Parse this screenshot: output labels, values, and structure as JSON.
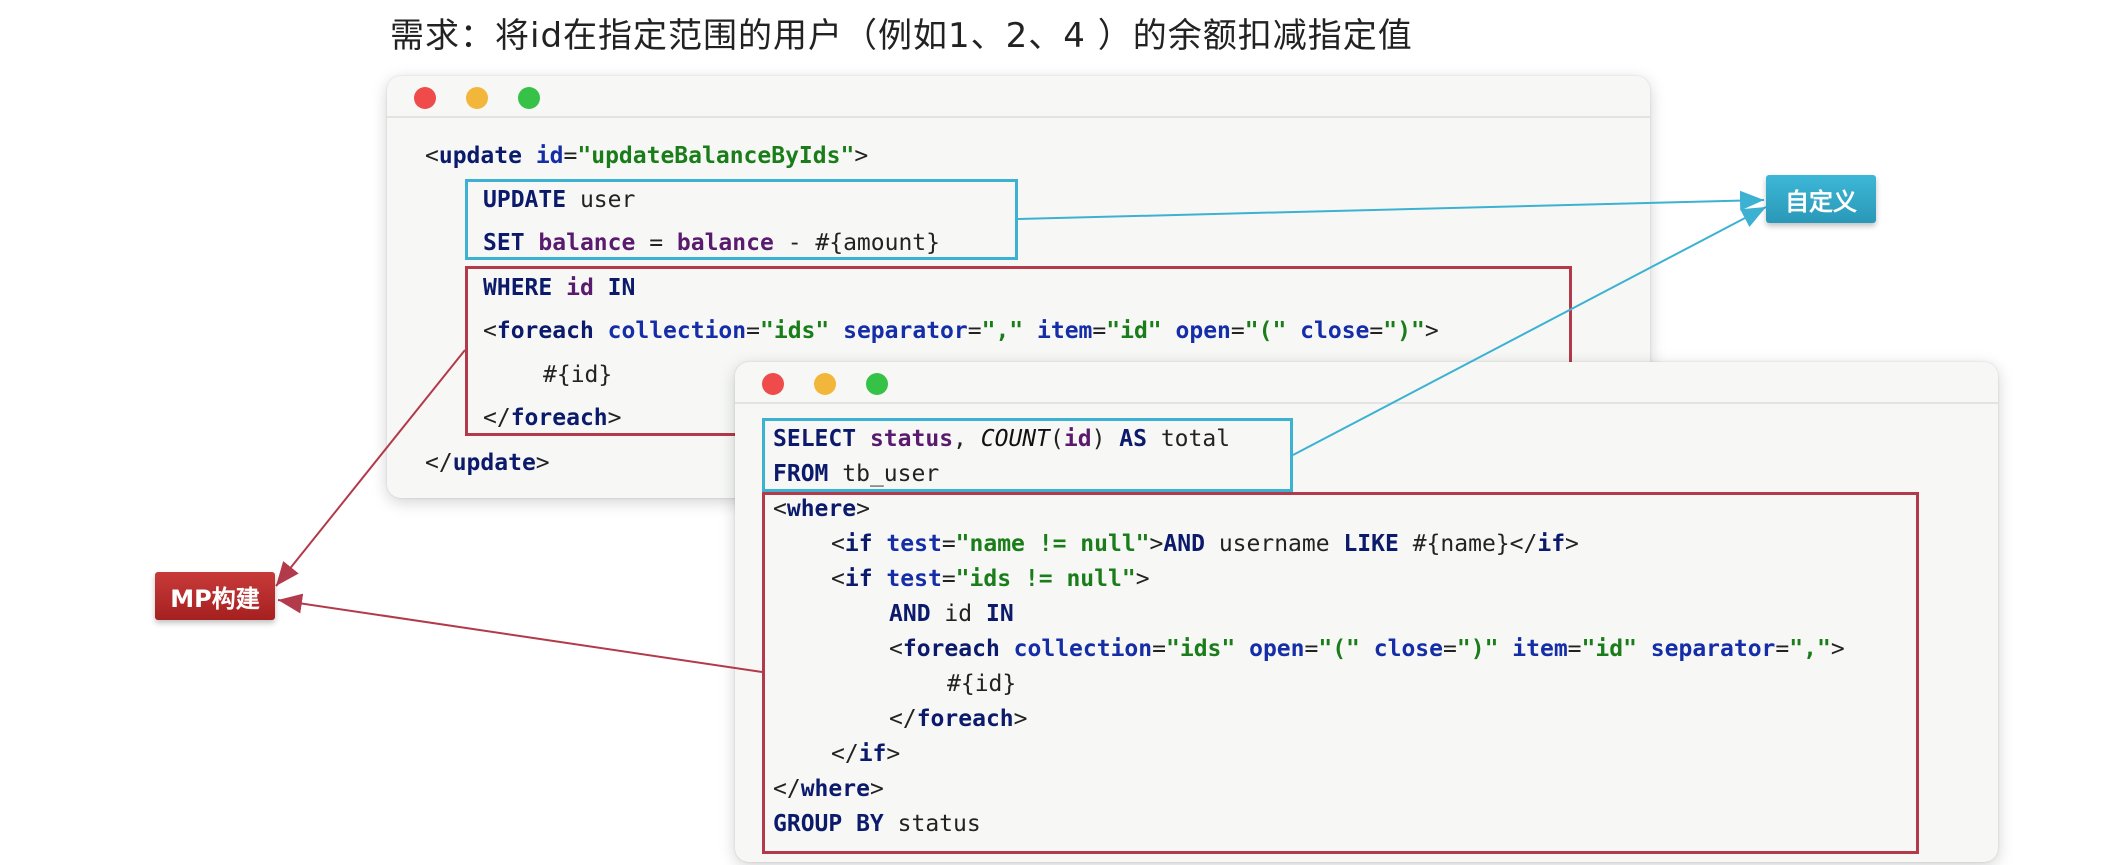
{
  "heading": "需求：将id在指定范围的用户（例如1、2、4 ）的余额扣减指定值",
  "labels": {
    "custom": "自定义",
    "mp_build": "MP构建"
  },
  "colors": {
    "custom_accent": "#3cb1d2",
    "mp_accent": "#b33a4a"
  },
  "win1": {
    "update_open_tag": "update",
    "id_attr": "id",
    "id_value": "\"updateBalanceByIds\"",
    "update_kw": "UPDATE",
    "user_table": "user",
    "set_kw": "SET",
    "balance_col": "balance",
    "amount_expr": "- #{amount}",
    "where_kw": "WHERE",
    "id_col": "id",
    "in_kw": "IN",
    "foreach_tag": "foreach",
    "collection_attr": "collection",
    "collection_val": "\"ids\"",
    "separator_attr": "separator",
    "separator_val": "\",\"",
    "item_attr": "item",
    "item_val": "\"id\"",
    "open_attr": "open",
    "open_val": "\"(\"",
    "close_attr": "close",
    "close_val": "\")\"",
    "id_placeholder": "#{id}",
    "foreach_close_tag": "foreach",
    "update_close_tag": "update"
  },
  "win2": {
    "select_kw": "SELECT",
    "status_col": "status",
    "count_fn": "COUNT",
    "count_arg": "id",
    "as_kw": "AS",
    "total_alias": "total",
    "from_kw": "FROM",
    "table": "tb_user",
    "where_tag": "where",
    "if_tag": "if",
    "test_attr": "test",
    "test_name": "\"name != null\"",
    "and_kw": "AND",
    "username_col": "username",
    "like_kw": "LIKE",
    "name_placeholder": "#{name}",
    "test_ids": "\"ids != null\"",
    "id_col": "id",
    "in_kw": "IN",
    "foreach_tag": "foreach",
    "collection_attr": "collection",
    "collection_val": "\"ids\"",
    "open_attr": "open",
    "open_val": "\"(\"",
    "close_attr": "close",
    "close_val": "\")\"",
    "item_attr": "item",
    "item_val": "\"id\"",
    "separator_attr": "separator",
    "separator_val": "\",\"",
    "id_placeholder": "#{id}",
    "group_kw": "GROUP BY",
    "group_col": "status"
  }
}
